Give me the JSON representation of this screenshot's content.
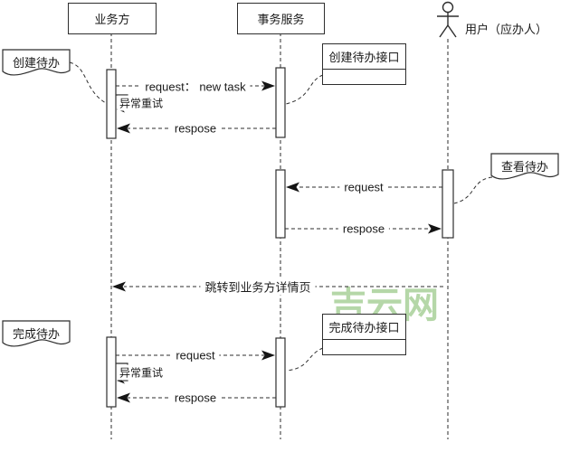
{
  "diagram": {
    "type": "uml-sequence",
    "participants": [
      {
        "label": "业务方"
      },
      {
        "label": "事务服务"
      },
      {
        "label": "用户（应办人）",
        "kind": "actor"
      }
    ],
    "notes": [
      {
        "label": "创建待办"
      },
      {
        "label": "查看待办"
      },
      {
        "label": "完成待办"
      }
    ],
    "interfaces": [
      {
        "label": "创建待办接口"
      },
      {
        "label": "完成待办接口"
      }
    ],
    "messages": [
      {
        "from": "业务方",
        "to": "事务服务",
        "label": "request： new task",
        "direction": "right"
      },
      {
        "from": "业务方",
        "to": "业务方",
        "label": "异常重试",
        "direction": "self"
      },
      {
        "from": "事务服务",
        "to": "业务方",
        "label": "respose",
        "direction": "left"
      },
      {
        "from": "用户（应办人）",
        "to": "事务服务",
        "label": "request",
        "direction": "left"
      },
      {
        "from": "事务服务",
        "to": "用户（应办人）",
        "label": "respose",
        "direction": "right"
      },
      {
        "from": "用户（应办人）",
        "to": "业务方",
        "label": "跳转到业务方详情页",
        "direction": "left"
      },
      {
        "from": "业务方",
        "to": "事务服务",
        "label": "request",
        "direction": "right"
      },
      {
        "from": "业务方",
        "to": "业务方",
        "label": "异常重试",
        "direction": "self"
      },
      {
        "from": "事务服务",
        "to": "业务方",
        "label": "respose",
        "direction": "left"
      }
    ],
    "watermark": {
      "text": "吉云网",
      "color": "#b5d7a8"
    },
    "line_color": "#2e2e2e"
  }
}
